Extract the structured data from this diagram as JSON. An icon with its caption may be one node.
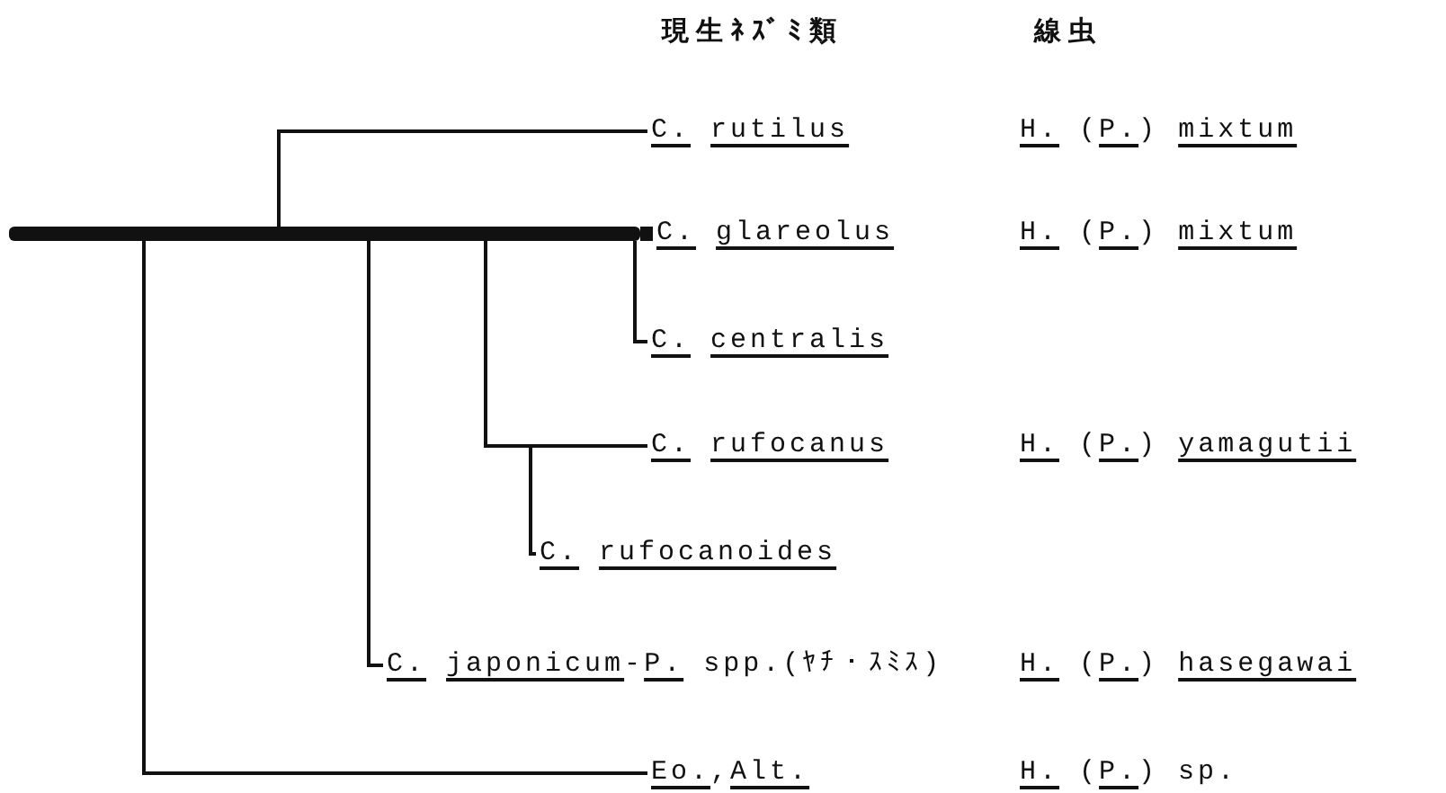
{
  "diagram": {
    "nodes": [
      {
        "text": [],
        "shape": "bar"
      },
      {
        "text": [
          "*C.* *rutilus*"
        ]
      },
      {
        "text": [
          "*C.* *glareolus*"
        ]
      },
      {
        "text": [
          "*C.* *centralis*"
        ]
      },
      {
        "text": [
          "*C.* *rufocanus*"
        ]
      },
      {
        "text": [
          "*C.* *rufocanoides*"
        ]
      },
      {
        "text": [
          "*C.* *japonicum*-*P.* spp.(ﾔﾁ・ｽﾐｽ)"
        ]
      },
      {
        "text": [
          "*Eo.*,*Alt.*"
        ]
      }
    ],
    "edges": [
      {
        "from": 0,
        "to": 1,
        "arrow": "none"
      },
      {
        "from": 0,
        "to": 2,
        "arrow": "none",
        "style": "thick"
      },
      {
        "from": 0,
        "to": 3,
        "arrow": "none"
      },
      {
        "from": 0,
        "to": 4,
        "arrow": "none"
      },
      {
        "from": 0,
        "to": 5,
        "arrow": "none"
      },
      {
        "from": 0,
        "to": 6,
        "arrow": "none"
      },
      {
        "from": 0,
        "to": 7,
        "arrow": "none"
      }
    ],
    "labels": [
      "現生ﾈｽﾞﾐ類",
      "線虫",
      "*H.* (*P.*) *mixtum*",
      "*H.* (*P.*) *mixtum*",
      "*H.* (*P.*) *yamagutii*",
      "*H.* (*P.*) *hasegawai*",
      "*H.* (*P.*) sp."
    ]
  }
}
